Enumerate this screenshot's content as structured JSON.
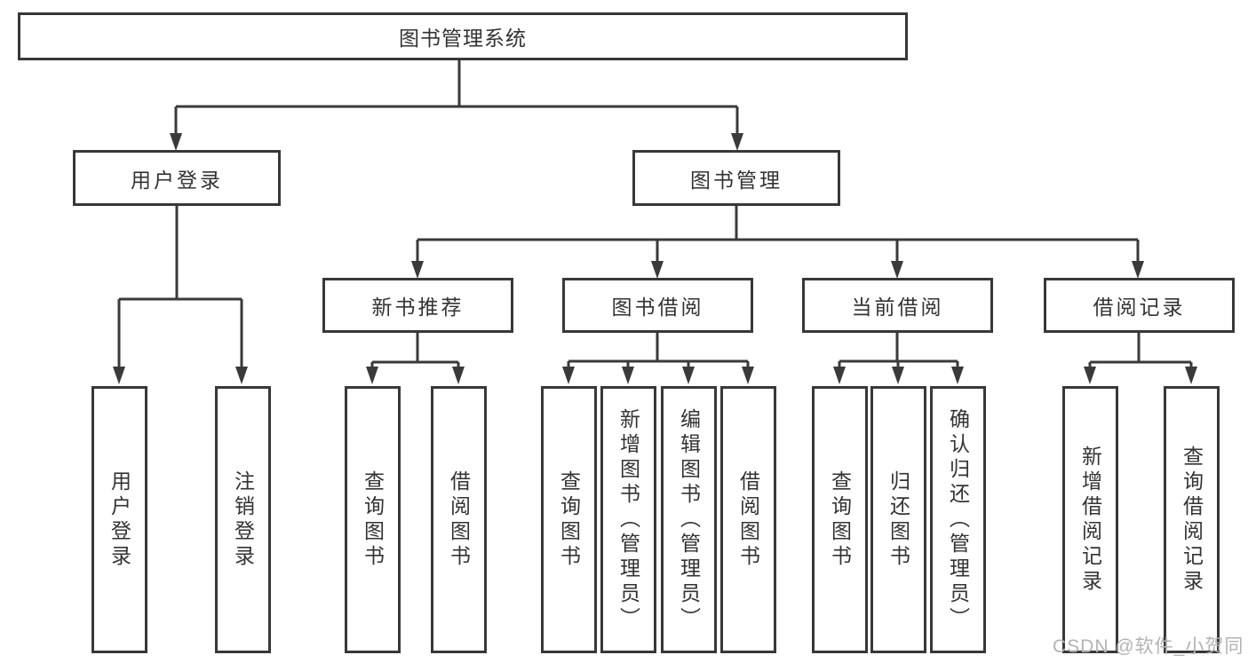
{
  "tree": {
    "root": {
      "label": "图书管理系统"
    },
    "branches": [
      {
        "label": "用户登录",
        "children": [
          {
            "label": "用户登录"
          },
          {
            "label": "注销登录"
          }
        ]
      },
      {
        "label": "图书管理",
        "children": [
          {
            "label": "新书推荐",
            "children": [
              {
                "label": "查询图书"
              },
              {
                "label": "借阅图书"
              }
            ]
          },
          {
            "label": "图书借阅",
            "children": [
              {
                "label": "查询图书"
              },
              {
                "label": "新增图书（管理员）"
              },
              {
                "label": "编辑图书（管理员）"
              },
              {
                "label": "借阅图书"
              }
            ]
          },
          {
            "label": "当前借阅",
            "children": [
              {
                "label": "查询图书"
              },
              {
                "label": "归还图书"
              },
              {
                "label": "确认归还（管理员）"
              }
            ]
          },
          {
            "label": "借阅记录",
            "children": [
              {
                "label": "新增借阅记录"
              },
              {
                "label": "查询借阅记录"
              }
            ]
          }
        ]
      }
    ]
  },
  "watermark": {
    "text": "CSDN @软件_小贺同学"
  },
  "colors": {
    "box_border": "#383838",
    "connector": "#3a3a3a",
    "text": "#333333",
    "watermark": "#b3b3b3",
    "background": "#ffffff"
  }
}
